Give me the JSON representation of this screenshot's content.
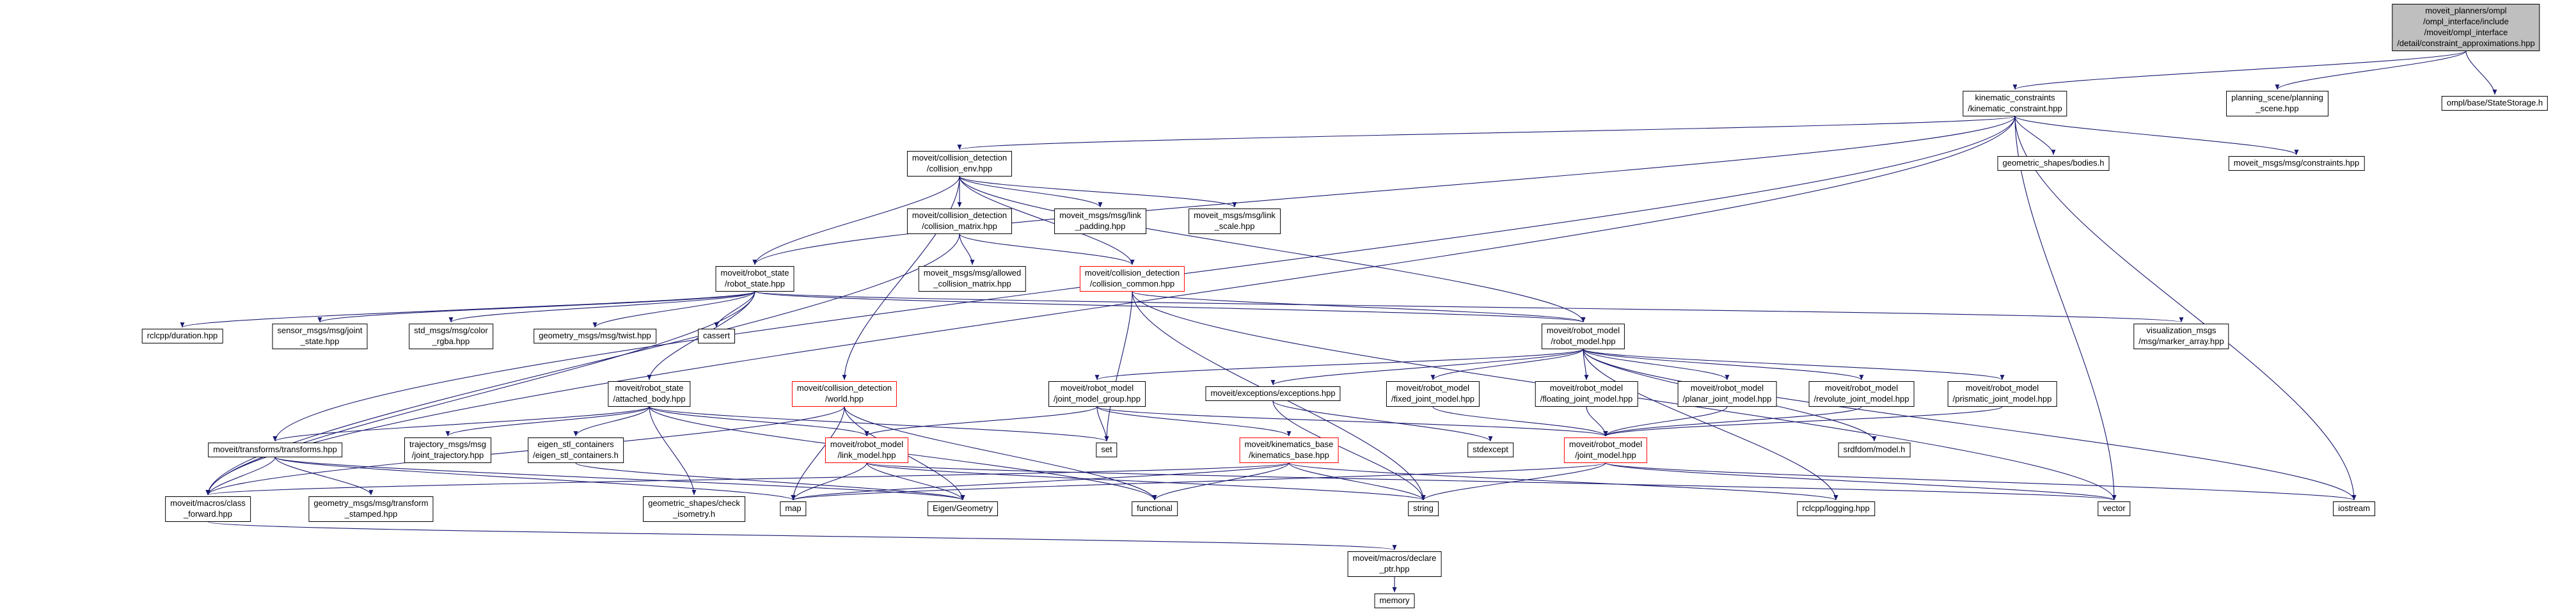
{
  "graph": {
    "type": "doxygen-include-dependency-graph",
    "background_color": "#ffffff",
    "edge_color": "#191970",
    "node_border_color": "#000000",
    "truncated_node_border_color": "#ff0000",
    "main_node_fill": "#bfbfbf"
  },
  "nodes": {
    "constraint-approximations": {
      "label": "moveit_planners/ompl\n/ompl_interface/include\n/moveit/ompl_interface\n/detail/constraint_approximations.hpp"
    },
    "kinematic-constraint": {
      "label": "kinematic_constraints\n/kinematic_constraint.hpp"
    },
    "planning-scene": {
      "label": "planning_scene/planning\n_scene.hpp"
    },
    "state-storage": {
      "label": "ompl/base/StateStorage.h"
    },
    "bodies": {
      "label": "geometric_shapes/bodies.h"
    },
    "constraints-msg": {
      "label": "moveit_msgs/msg/constraints.hpp"
    },
    "collision-env": {
      "label": "moveit/collision_detection\n/collision_env.hpp"
    },
    "collision-matrix": {
      "label": "moveit/collision_detection\n/collision_matrix.hpp"
    },
    "link-padding": {
      "label": "moveit_msgs/msg/link\n_padding.hpp"
    },
    "link-scale": {
      "label": "moveit_msgs/msg/link\n_scale.hpp"
    },
    "robot-state": {
      "label": "moveit/robot_state\n/robot_state.hpp"
    },
    "allowed-collision-matrix": {
      "label": "moveit_msgs/msg/allowed\n_collision_matrix.hpp"
    },
    "collision-common": {
      "label": "moveit/collision_detection\n/collision_common.hpp"
    },
    "duration": {
      "label": "rclcpp/duration.hpp"
    },
    "joint-state": {
      "label": "sensor_msgs/msg/joint\n_state.hpp"
    },
    "color-rgba": {
      "label": "std_msgs/msg/color\n_rgba.hpp"
    },
    "twist": {
      "label": "geometry_msgs/msg/twist.hpp"
    },
    "cassert": {
      "label": "cassert"
    },
    "robot-model": {
      "label": "moveit/robot_model\n/robot_model.hpp"
    },
    "marker-array": {
      "label": "visualization_msgs\n/msg/marker_array.hpp"
    },
    "attached-body": {
      "label": "moveit/robot_state\n/attached_body.hpp"
    },
    "world": {
      "label": "moveit/collision_detection\n/world.hpp"
    },
    "joint-model-group": {
      "label": "moveit/robot_model\n/joint_model_group.hpp"
    },
    "exceptions": {
      "label": "moveit/exceptions/exceptions.hpp"
    },
    "fixed-joint-model": {
      "label": "moveit/robot_model\n/fixed_joint_model.hpp"
    },
    "floating-joint-model": {
      "label": "moveit/robot_model\n/floating_joint_model.hpp"
    },
    "planar-joint-model": {
      "label": "moveit/robot_model\n/planar_joint_model.hpp"
    },
    "revolute-joint-model": {
      "label": "moveit/robot_model\n/revolute_joint_model.hpp"
    },
    "prismatic-joint-model": {
      "label": "moveit/robot_model\n/prismatic_joint_model.hpp"
    },
    "transforms": {
      "label": "moveit/transforms/transforms.hpp"
    },
    "joint-trajectory": {
      "label": "trajectory_msgs/msg\n/joint_trajectory.hpp"
    },
    "eigen-stl": {
      "label": "eigen_stl_containers\n/eigen_stl_containers.h"
    },
    "link-model": {
      "label": "moveit/robot_model\n/link_model.hpp"
    },
    "set": {
      "label": "set"
    },
    "kinematics-base": {
      "label": "moveit/kinematics_base\n/kinematics_base.hpp"
    },
    "stdexcept": {
      "label": "stdexcept"
    },
    "joint-model": {
      "label": "moveit/robot_model\n/joint_model.hpp"
    },
    "srdfdom": {
      "label": "srdfdom/model.h"
    },
    "class-forward": {
      "label": "moveit/macros/class\n_forward.hpp"
    },
    "transform-stamped": {
      "label": "geometry_msgs/msg/transform\n_stamped.hpp"
    },
    "check-isometry": {
      "label": "geometric_shapes/check\n_isometry.h"
    },
    "map": {
      "label": "map"
    },
    "eigen-geometry": {
      "label": "Eigen/Geometry"
    },
    "functional": {
      "label": "functional"
    },
    "string": {
      "label": "string"
    },
    "logging": {
      "label": "rclcpp/logging.hpp"
    },
    "vector": {
      "label": "vector"
    },
    "iostream": {
      "label": "iostream"
    },
    "declare-ptr": {
      "label": "moveit/macros/declare\n_ptr.hpp"
    },
    "memory": {
      "label": "memory"
    }
  },
  "edges": [
    [
      "constraint-approximations",
      "kinematic-constraint"
    ],
    [
      "constraint-approximations",
      "planning-scene"
    ],
    [
      "constraint-approximations",
      "state-storage"
    ],
    [
      "kinematic-constraint",
      "collision-env"
    ],
    [
      "kinematic-constraint",
      "bodies"
    ],
    [
      "kinematic-constraint",
      "constraints-msg"
    ],
    [
      "kinematic-constraint",
      "robot-state"
    ],
    [
      "kinematic-constraint",
      "transforms"
    ],
    [
      "kinematic-constraint",
      "class-forward"
    ],
    [
      "kinematic-constraint",
      "iostream"
    ],
    [
      "kinematic-constraint",
      "vector"
    ],
    [
      "collision-env",
      "collision-matrix"
    ],
    [
      "collision-env",
      "link-padding"
    ],
    [
      "collision-env",
      "link-scale"
    ],
    [
      "collision-env",
      "robot-state"
    ],
    [
      "collision-env",
      "robot-model"
    ],
    [
      "collision-env",
      "world"
    ],
    [
      "collision-env",
      "collision-common"
    ],
    [
      "collision-matrix",
      "allowed-collision-matrix"
    ],
    [
      "collision-matrix",
      "collision-common"
    ],
    [
      "collision-matrix",
      "class-forward"
    ],
    [
      "collision-common",
      "robot-model"
    ],
    [
      "collision-common",
      "set"
    ],
    [
      "collision-common",
      "string"
    ],
    [
      "collision-common",
      "vector"
    ],
    [
      "robot-state",
      "duration"
    ],
    [
      "robot-state",
      "joint-state"
    ],
    [
      "robot-state",
      "color-rgba"
    ],
    [
      "robot-state",
      "twist"
    ],
    [
      "robot-state",
      "cassert"
    ],
    [
      "robot-state",
      "robot-model"
    ],
    [
      "robot-state",
      "attached-body"
    ],
    [
      "robot-state",
      "marker-array"
    ],
    [
      "robot-state",
      "class-forward"
    ],
    [
      "attached-body",
      "transforms"
    ],
    [
      "attached-body",
      "joint-trajectory"
    ],
    [
      "attached-body",
      "eigen-stl"
    ],
    [
      "attached-body",
      "link-model"
    ],
    [
      "attached-body",
      "set"
    ],
    [
      "attached-body",
      "functional"
    ],
    [
      "attached-body",
      "check-isometry"
    ],
    [
      "world",
      "map"
    ],
    [
      "world",
      "eigen-geometry"
    ],
    [
      "world",
      "functional"
    ],
    [
      "world",
      "class-forward"
    ],
    [
      "robot-model",
      "joint-model-group"
    ],
    [
      "robot-model",
      "exceptions"
    ],
    [
      "robot-model",
      "fixed-joint-model"
    ],
    [
      "robot-model",
      "floating-joint-model"
    ],
    [
      "robot-model",
      "planar-joint-model"
    ],
    [
      "robot-model",
      "revolute-joint-model"
    ],
    [
      "robot-model",
      "prismatic-joint-model"
    ],
    [
      "robot-model",
      "srdfdom"
    ],
    [
      "robot-model",
      "iostream"
    ],
    [
      "robot-model",
      "logging"
    ],
    [
      "joint-model-group",
      "joint-model"
    ],
    [
      "joint-model-group",
      "link-model"
    ],
    [
      "joint-model-group",
      "kinematics-base"
    ],
    [
      "joint-model-group",
      "set"
    ],
    [
      "exceptions",
      "stdexcept"
    ],
    [
      "exceptions",
      "string"
    ],
    [
      "fixed-joint-model",
      "joint-model"
    ],
    [
      "floating-joint-model",
      "joint-model"
    ],
    [
      "planar-joint-model",
      "joint-model"
    ],
    [
      "revolute-joint-model",
      "joint-model"
    ],
    [
      "prismatic-joint-model",
      "joint-model"
    ],
    [
      "transforms",
      "class-forward"
    ],
    [
      "transforms",
      "transform-stamped"
    ],
    [
      "transforms",
      "eigen-geometry"
    ],
    [
      "transforms",
      "map"
    ],
    [
      "eigen-stl",
      "eigen-geometry"
    ],
    [
      "link-model",
      "string"
    ],
    [
      "link-model",
      "vector"
    ],
    [
      "link-model",
      "map"
    ],
    [
      "link-model",
      "eigen-geometry"
    ],
    [
      "kinematics-base",
      "string"
    ],
    [
      "kinematics-base",
      "functional"
    ],
    [
      "kinematics-base",
      "map"
    ],
    [
      "kinematics-base",
      "logging"
    ],
    [
      "kinematics-base",
      "class-forward"
    ],
    [
      "joint-model",
      "string"
    ],
    [
      "joint-model",
      "vector"
    ],
    [
      "joint-model",
      "map"
    ],
    [
      "joint-model",
      "iostream"
    ],
    [
      "class-forward",
      "declare-ptr"
    ],
    [
      "declare-ptr",
      "memory"
    ]
  ]
}
